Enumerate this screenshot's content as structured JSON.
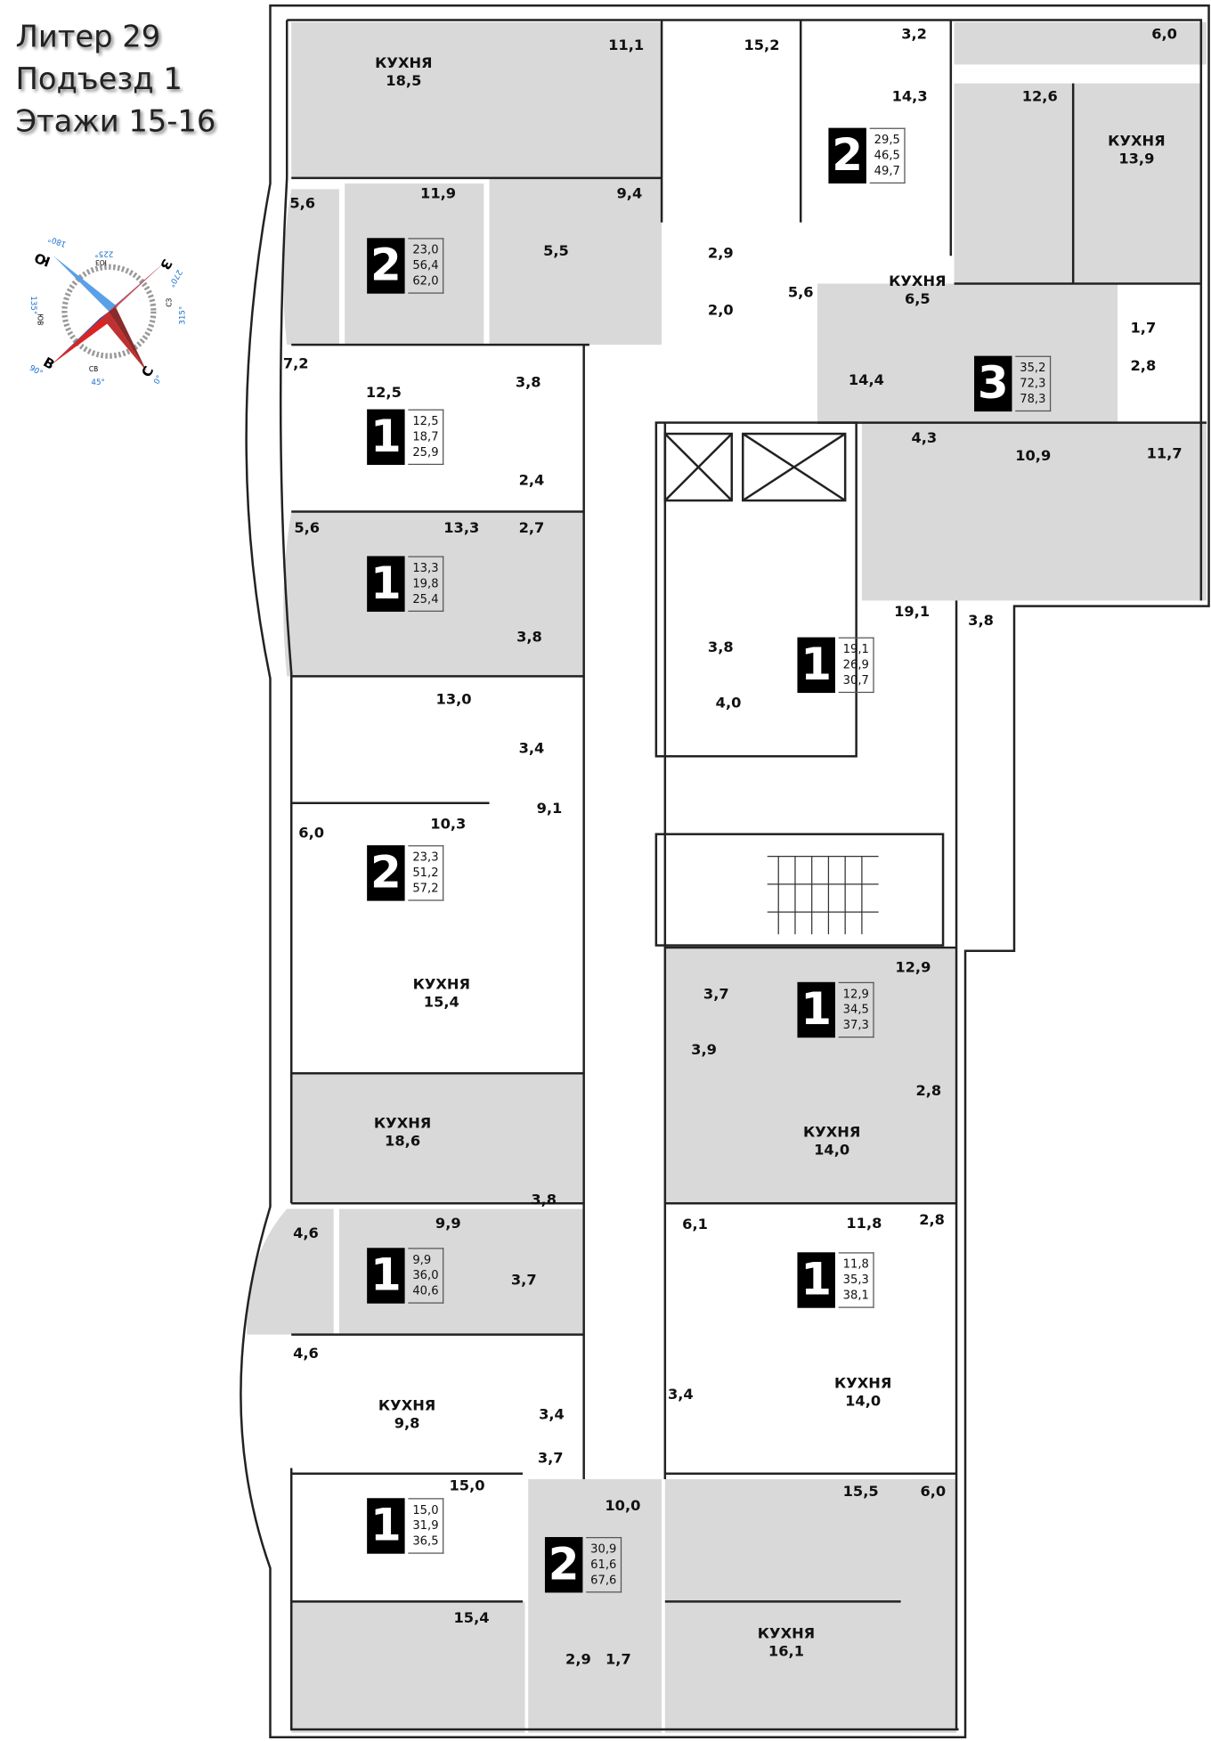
{
  "header": {
    "line1": "Литер 29",
    "line2": "Подъезд 1",
    "line3": "Этажи 15-16"
  },
  "compass": {
    "north": "С",
    "south": "Ю",
    "east": "В",
    "west": "З",
    "deg_n": "0°",
    "deg_e": "90°",
    "deg_s": "180°",
    "deg_w": "270°",
    "deg_se": "135°",
    "deg_sw": "225°",
    "deg_nw": "315°",
    "deg_ne": "45°",
    "ne": "СВ",
    "se": "ЮВ",
    "sw": "ЮЗ",
    "nw": "СЗ"
  },
  "colors": {
    "room_shaded": "#d9d9d9",
    "wall": "#222222",
    "badge": "#000000"
  },
  "kitchen_label": "КУХНЯ",
  "rooms": [
    {
      "label": "КУХНЯ",
      "area": "18,5"
    },
    {
      "area": "11,1"
    },
    {
      "area": "15,2"
    },
    {
      "area": "3,2"
    },
    {
      "area": "6,0"
    },
    {
      "area": "14,3"
    },
    {
      "area": "12,6"
    },
    {
      "label": "КУХНЯ",
      "area": "13,9"
    },
    {
      "area": "5,6"
    },
    {
      "area": "11,9"
    },
    {
      "area": "9,4"
    },
    {
      "area": "5,5"
    },
    {
      "area": "2,9"
    },
    {
      "area": "2,0"
    },
    {
      "area": "5,6"
    },
    {
      "label": "КУХНЯ",
      "area": "6,5"
    },
    {
      "area": "1,7"
    },
    {
      "area": "2,8"
    },
    {
      "area": "7,2"
    },
    {
      "area": "12,5"
    },
    {
      "area": "3,8"
    },
    {
      "area": "14,4"
    },
    {
      "area": "4,3"
    },
    {
      "area": "10,9"
    },
    {
      "area": "11,7"
    },
    {
      "area": "2,4"
    },
    {
      "area": "5,6"
    },
    {
      "area": "13,3"
    },
    {
      "area": "2,7"
    },
    {
      "area": "3,8"
    },
    {
      "area": "19,1"
    },
    {
      "area": "3,8"
    },
    {
      "area": "3,8"
    },
    {
      "area": "4,0"
    },
    {
      "area": "13,0"
    },
    {
      "area": "3,4"
    },
    {
      "area": "9,1"
    },
    {
      "area": "6,0"
    },
    {
      "area": "10,3"
    },
    {
      "label": "КУХНЯ",
      "area": "15,4"
    },
    {
      "area": "12,9"
    },
    {
      "area": "3,7"
    },
    {
      "area": "3,9"
    },
    {
      "label": "КУХНЯ",
      "area": "18,6"
    },
    {
      "area": "2,8"
    },
    {
      "label": "КУХНЯ",
      "area": "14,0"
    },
    {
      "area": "3,8"
    },
    {
      "area": "4,6"
    },
    {
      "area": "9,9"
    },
    {
      "area": "6,1"
    },
    {
      "area": "11,8"
    },
    {
      "area": "2,8"
    },
    {
      "area": "3,7"
    },
    {
      "area": "4,6"
    },
    {
      "label": "КУХНЯ",
      "area": "9,8"
    },
    {
      "area": "3,4"
    },
    {
      "label": "КУХНЯ",
      "area": "14,0"
    },
    {
      "area": "3,4"
    },
    {
      "area": "3,7"
    },
    {
      "area": "15,0"
    },
    {
      "area": "15,5"
    },
    {
      "area": "6,0"
    },
    {
      "area": "10,0"
    },
    {
      "area": "15,4"
    },
    {
      "label": "КУХНЯ",
      "area": "16,1"
    },
    {
      "area": "2,9"
    },
    {
      "area": "1,7"
    }
  ],
  "apartments": [
    {
      "rooms": "2",
      "living": "23,0",
      "total": "56,4",
      "total_with_balcony": "62,0"
    },
    {
      "rooms": "1",
      "living": "12,5",
      "total": "18,7",
      "total_with_balcony": "25,9"
    },
    {
      "rooms": "1",
      "living": "13,3",
      "total": "19,8",
      "total_with_balcony": "25,4"
    },
    {
      "rooms": "2",
      "living": "23,3",
      "total": "51,2",
      "total_with_balcony": "57,2"
    },
    {
      "rooms": "1",
      "living": "9,9",
      "total": "36,0",
      "total_with_balcony": "40,6"
    },
    {
      "rooms": "1",
      "living": "15,0",
      "total": "31,9",
      "total_with_balcony": "36,5"
    },
    {
      "rooms": "2",
      "living": "30,9",
      "total": "61,6",
      "total_with_balcony": "67,6"
    },
    {
      "rooms": "1",
      "living": "19,1",
      "total": "26,9",
      "total_with_balcony": "30,7"
    },
    {
      "rooms": "1",
      "living": "12,9",
      "total": "34,5",
      "total_with_balcony": "37,3"
    },
    {
      "rooms": "1",
      "living": "11,8",
      "total": "35,3",
      "total_with_balcony": "38,1"
    },
    {
      "rooms": "2",
      "living": "29,5",
      "total": "46,5",
      "total_with_balcony": "49,7"
    },
    {
      "rooms": "3",
      "living": "35,2",
      "total": "72,3",
      "total_with_balcony": "78,3"
    }
  ]
}
